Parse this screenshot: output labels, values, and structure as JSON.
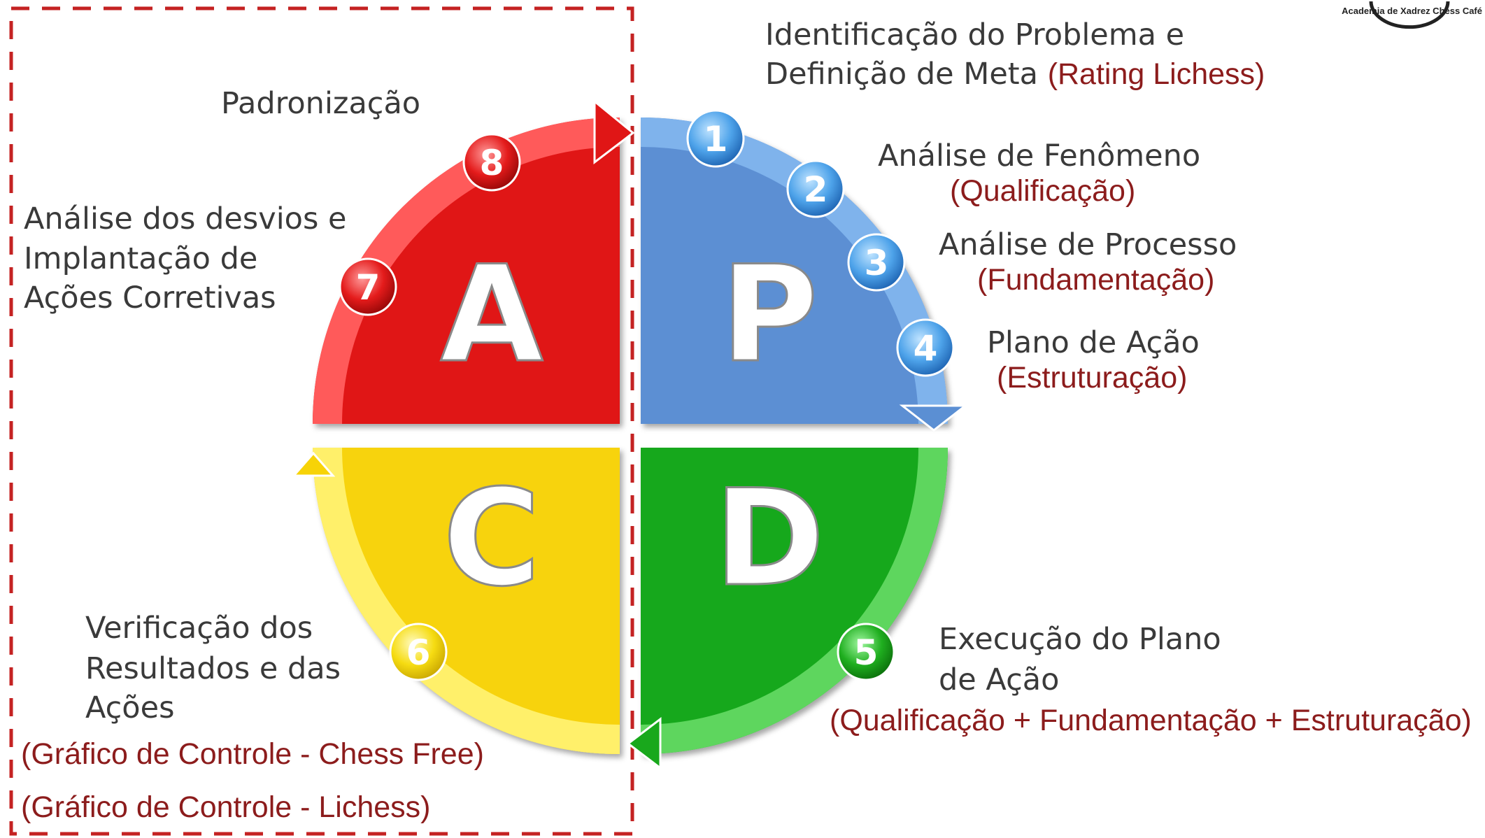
{
  "logo": {
    "text": "Academia de Xadrez Chess Café"
  },
  "quadrants": {
    "plan": {
      "letter": "P",
      "color": "#5b8fd3"
    },
    "do": {
      "letter": "D",
      "color": "#19a81c"
    },
    "check": {
      "letter": "C",
      "color": "#f7d307"
    },
    "act": {
      "letter": "A",
      "color": "#e01616"
    }
  },
  "step_badges": [
    "1",
    "2",
    "3",
    "4",
    "5",
    "6",
    "7",
    "8"
  ],
  "steps": {
    "s1": {
      "line1": "Identificação do Problema e",
      "line2": "Definição de Meta",
      "note": "(Rating Lichess)"
    },
    "s2": {
      "title": "Análise de Fenômeno",
      "note": "(Qualificação)"
    },
    "s3": {
      "title": "Análise de Processo",
      "note": "(Fundamentação)"
    },
    "s4": {
      "title": "Plano de Ação",
      "note": "(Estruturação)"
    },
    "s5": {
      "line1": "Execução do Plano",
      "line2": "de Ação",
      "note": "(Qualificação + Fundamentação + Estruturação)"
    },
    "s6": {
      "line1": "Verificação dos",
      "line2": "Resultados e das",
      "line3": "Ações",
      "note1": "(Gráfico de Controle - Chess Free)",
      "note2": "(Gráfico de Controle - Lichess)"
    },
    "s7": {
      "line1": "Análise dos desvios e",
      "line2": "Implantação de",
      "line3": "Ações Corretivas"
    },
    "s8": {
      "title": "Padronização"
    }
  },
  "colors": {
    "dashed_frame": "#c42222",
    "note_text": "#8c1c1c",
    "label_text": "#3a3a3a"
  }
}
